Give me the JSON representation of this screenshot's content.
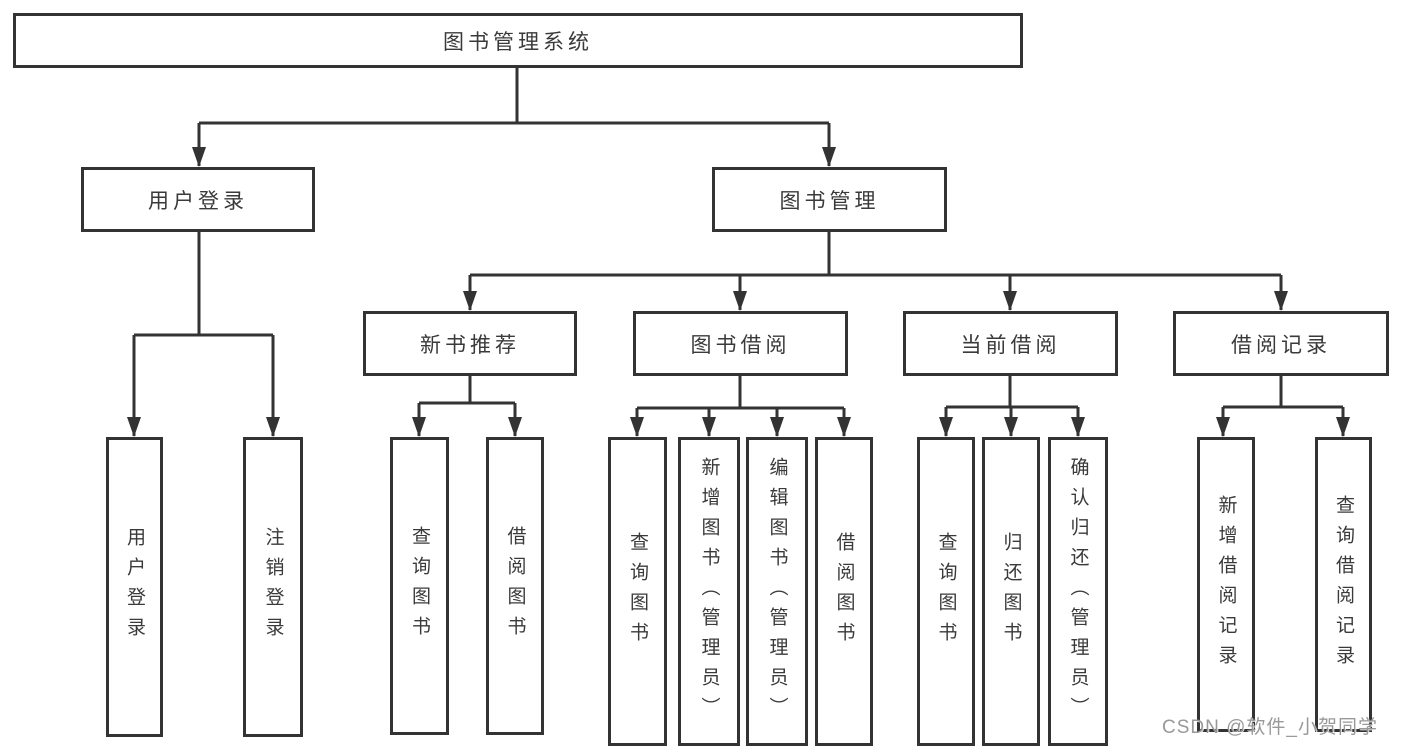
{
  "colors": {
    "line": "#333333",
    "box_border": "#333333",
    "text": "#3a3a3a",
    "background": "#ffffff",
    "watermark": "#949494"
  },
  "watermark": {
    "text": "CSDN @软件_小贺同学"
  },
  "diagram": {
    "root": {
      "label": "图书管理系统"
    },
    "branches": [
      {
        "label": "用户登录",
        "children": [
          {
            "label": "用户登录"
          },
          {
            "label": "注销登录"
          }
        ]
      },
      {
        "label": "图书管理",
        "children": [
          {
            "label": "新书推荐",
            "children": [
              {
                "label": "查询图书"
              },
              {
                "label": "借阅图书"
              }
            ]
          },
          {
            "label": "图书借阅",
            "children": [
              {
                "label": "查询图书"
              },
              {
                "label": "新增图书（管理员）"
              },
              {
                "label": "编辑图书（管理员）"
              },
              {
                "label": "借阅图书"
              }
            ]
          },
          {
            "label": "当前借阅",
            "children": [
              {
                "label": "查询图书"
              },
              {
                "label": "归还图书"
              },
              {
                "label": "确认归还（管理员）"
              }
            ]
          },
          {
            "label": "借阅记录",
            "children": [
              {
                "label": "新增借阅记录"
              },
              {
                "label": "查询借阅记录"
              }
            ]
          }
        ]
      }
    ]
  }
}
